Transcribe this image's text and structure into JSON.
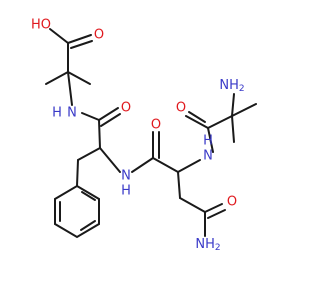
{
  "molecule": {
    "atoms": {
      "oh": "HO",
      "o_acid": "O",
      "nh_1": "N",
      "h_1": "H",
      "o_1": "O",
      "nh_2": "N",
      "h_2": "H",
      "o_2": "O",
      "nh_3": "N",
      "h_3": "H",
      "o_3": "O",
      "nh2_top": "NH",
      "nh2_top_sub": "2",
      "o_amide": "O",
      "nh2_amide": "NH",
      "nh2_amide_sub": "2"
    },
    "colors": {
      "carbon": "#1a1a1a",
      "oxygen": "#e0191e",
      "nitrogen": "#3a3ac8"
    }
  }
}
